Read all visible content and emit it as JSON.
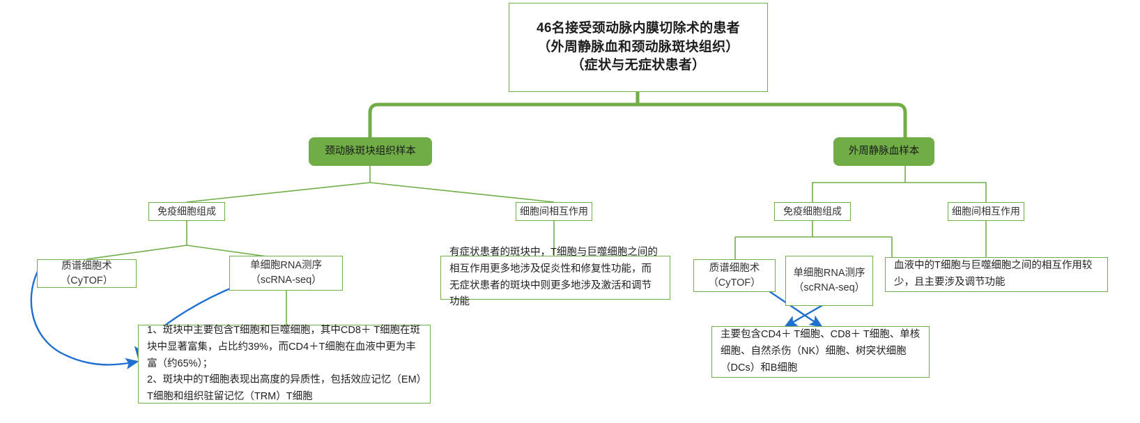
{
  "diagram": {
    "title_node": {
      "text": "46名接受颈动脉内膜切除术的患者\n（外周静脉血和颈动脉斑块组织）\n（症状与无症状患者）"
    },
    "branches": [
      {
        "sample_label": "颈动脉斑块组织样本",
        "categories": [
          {
            "label": "免疫细胞组成",
            "methods": [
              {
                "label": "质谱细胞术\n（CyTOF）"
              },
              {
                "label": "单细胞RNA测序\n（scRNA-seq）"
              }
            ],
            "finding": "1、斑块中主要包含T细胞和巨噬细胞，其中CD8＋ T细胞在斑块中显著富集，占比约39%，而CD4＋T细胞在血液中更为丰富（约65%）；\n2、斑块中的T细胞表现出高度的异质性，包括效应记忆（EM）T细胞和组织驻留记忆（TRM）T细胞"
          },
          {
            "label": "细胞间相互作用",
            "methods": [],
            "finding": "有症状患者的斑块中，T细胞与巨噬细胞之间的相互作用更多地涉及促炎性和修复性功能，而无症状患者的斑块中则更多地涉及激活和调节功能"
          }
        ]
      },
      {
        "sample_label": "外周静脉血样本",
        "categories": [
          {
            "label": "免疫细胞组成",
            "methods": [
              {
                "label": "质谱细胞术\n（CyTOF）"
              },
              {
                "label": "单细胞RNA测序\n（scRNA-seq）"
              }
            ],
            "finding": "主要包含CD4＋ T细胞、CD8＋ T细胞、单核细胞、自然杀伤（NK）细胞、树突状细胞（DCs）和B细胞"
          },
          {
            "label": "细胞间相互作用",
            "methods": [],
            "finding": "血液中的T细胞与巨噬细胞之间的相互作用较少，且主要涉及调节功能"
          }
        ]
      }
    ],
    "colors": {
      "edge_green": "#70ad47",
      "fill_green": "#70ad47",
      "arrow_blue": "#1f6fd0",
      "border_green": "#70ad47",
      "text_dark": "#262626"
    }
  }
}
